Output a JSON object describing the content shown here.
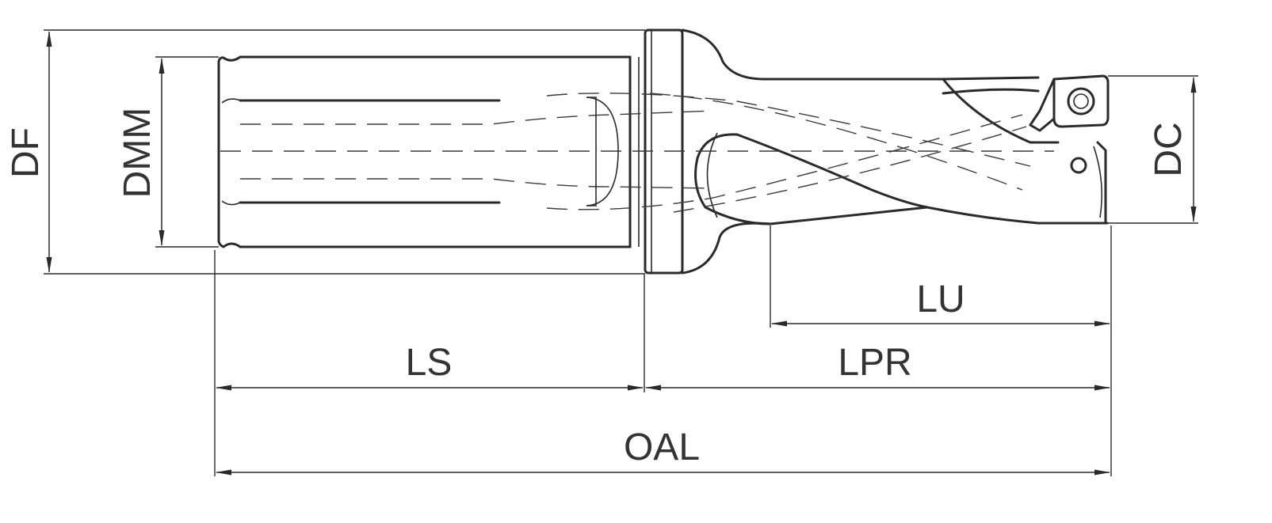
{
  "dimensions": {
    "df": "DF",
    "dmm": "DMM",
    "dc": "DC",
    "lu": "LU",
    "ls": "LS",
    "lpr": "LPR",
    "oal": "OAL"
  }
}
